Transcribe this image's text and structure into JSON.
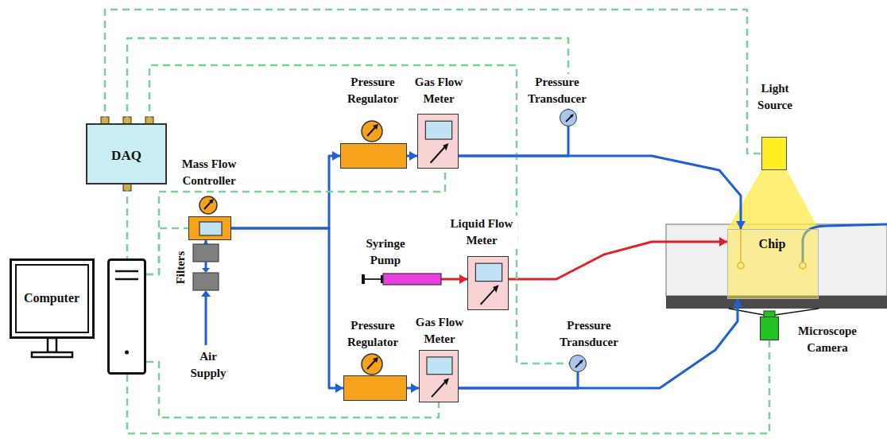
{
  "diagram": {
    "nodes": [
      {
        "text": [
          "DAQ"
        ]
      },
      {
        "text": [
          "Computer"
        ]
      },
      {
        "text": [
          "Mass Flow Controller"
        ]
      },
      {
        "text": [
          "Filters"
        ]
      },
      {
        "text": [
          "Pressure Regulator"
        ]
      },
      {
        "text": [
          "Gas Flow Meter"
        ]
      },
      {
        "text": [
          "Pressure Transducer"
        ]
      },
      {
        "text": [
          "Light Source"
        ]
      },
      {
        "text": [
          "Syringe Pump"
        ]
      },
      {
        "text": [
          "Liquid Flow Meter"
        ]
      },
      {
        "text": [
          "Chip"
        ]
      },
      {
        "text": [
          "Pressure Regulator"
        ]
      },
      {
        "text": [
          "Gas Flow Meter"
        ]
      },
      {
        "text": [
          "Pressure Transducer"
        ]
      },
      {
        "text": [
          "Microscope Camera"
        ]
      }
    ],
    "edges": [
      {
        "from": 3,
        "to": 2,
        "arrow": "to"
      },
      {
        "from": 2,
        "to": 4,
        "arrow": "to"
      },
      {
        "from": 2,
        "to": 11,
        "arrow": "to"
      },
      {
        "from": 4,
        "to": 5,
        "arrow": "to"
      },
      {
        "from": 11,
        "to": 12,
        "arrow": "to"
      },
      {
        "from": 5,
        "to": 10,
        "arrow": "to"
      },
      {
        "from": 12,
        "to": 10,
        "arrow": "to"
      },
      {
        "from": 8,
        "to": 9,
        "arrow": "to"
      },
      {
        "from": 9,
        "to": 10,
        "arrow": "to"
      },
      {
        "from": 0,
        "to": 1,
        "arrow": "none"
      },
      {
        "from": 0,
        "to": 7,
        "arrow": "none"
      },
      {
        "from": 0,
        "to": 6,
        "arrow": "none"
      },
      {
        "from": 0,
        "to": 13,
        "arrow": "none"
      },
      {
        "from": 1,
        "to": 2,
        "arrow": "none"
      },
      {
        "from": 1,
        "to": 5,
        "arrow": "none"
      },
      {
        "from": 1,
        "to": 12,
        "arrow": "none"
      },
      {
        "from": 1,
        "to": 14,
        "arrow": "none"
      },
      {
        "from": 5,
        "to": 6,
        "arrow": "none"
      },
      {
        "from": 12,
        "to": 13,
        "arrow": "none"
      }
    ],
    "labels": [
      "Air Supply"
    ]
  }
}
